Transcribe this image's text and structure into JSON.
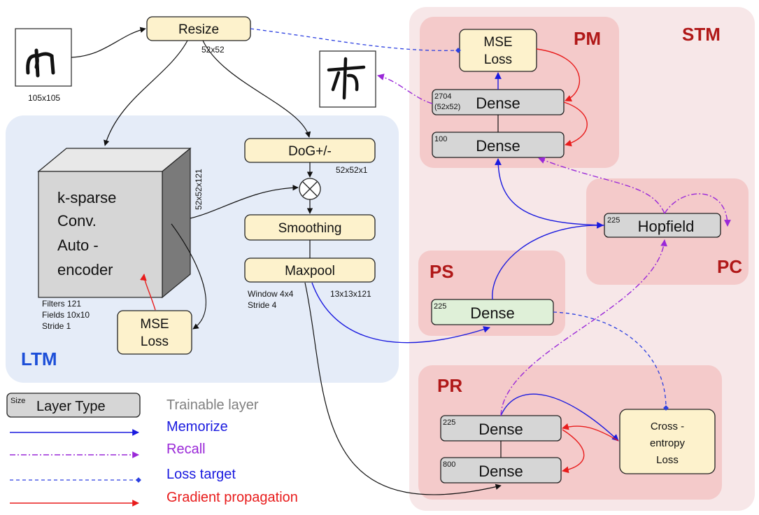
{
  "regions": {
    "stm": "STM",
    "pm": "PM",
    "ps": "PS",
    "pc": "PC",
    "pr": "PR",
    "ltm": "LTM"
  },
  "boxes": {
    "resize": "Resize",
    "resize_size": "52x52",
    "input_size": "105x105",
    "dog": "DoG+/-",
    "dog_size": "52x52x1",
    "smoothing": "Smoothing",
    "maxpool": "Maxpool",
    "maxpool_window": "Window 4x4",
    "maxpool_stride": "Stride 4",
    "maxpool_size": "13x13x121",
    "cube_size": "52x52x121",
    "cube_lines": [
      "k-sparse",
      "Conv.",
      "Auto -",
      "encoder"
    ],
    "cube_params": [
      "Filters 121",
      "Fields 10x10",
      "Stride 1"
    ],
    "mse_ltm": [
      "MSE",
      "Loss"
    ],
    "mse_pm": [
      "MSE",
      "Loss"
    ],
    "pm_dense_top": "Dense",
    "pm_dense_top_size": [
      "2704",
      "(52x52)"
    ],
    "pm_dense_bottom": "Dense",
    "pm_dense_bottom_size": "100",
    "hopfield": "Hopfield",
    "hopfield_size": "225",
    "ps_dense": "Dense",
    "ps_dense_size": "225",
    "pr_dense_top": "Dense",
    "pr_dense_top_size": "225",
    "pr_dense_bottom": "Dense",
    "pr_dense_bottom_size": "800",
    "ce_loss": [
      "Cross -",
      "entropy",
      "Loss"
    ]
  },
  "legend": {
    "size_sup": "Size",
    "layer_type": "Layer Type",
    "trainable": "Trainable layer",
    "memorize": "Memorize",
    "recall": "Recall",
    "loss_target": "Loss target",
    "gradient": "Gradient propagation"
  },
  "colors": {
    "memorize": "#1a1adf",
    "recall": "#9a28d8",
    "loss_target": "#2b3fe0",
    "gradient": "#e81c1c",
    "trainable_fill": "#fdf2cc",
    "layer_fill": "#d6d6d6",
    "ps_fill": "#dff0d8",
    "region_pink": "#f4caca",
    "stm_bg": "#f7e7e8",
    "ltm_bg": "#e5ecf8"
  }
}
